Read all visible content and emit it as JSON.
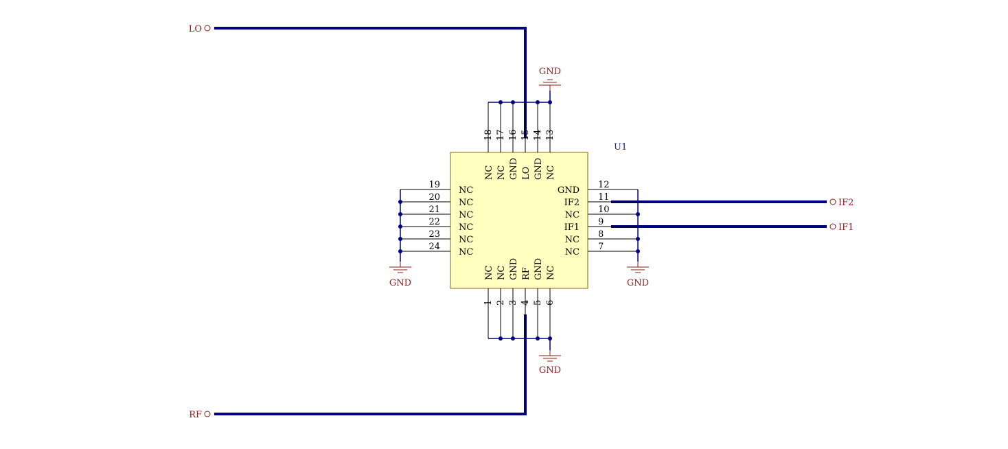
{
  "designator": "U1",
  "colors": {
    "wire": "#000080",
    "pin": "#000000",
    "body_fill": "#ffffc0",
    "body_stroke": "#8b6914",
    "power": "#8b1a1a",
    "junction": "#000080"
  },
  "ports": [
    {
      "name": "LO"
    },
    {
      "name": "RF"
    },
    {
      "name": "IF2"
    },
    {
      "name": "IF1"
    }
  ],
  "gnd_label": "GND",
  "pins": {
    "top": [
      {
        "num": "18",
        "name": "NC"
      },
      {
        "num": "17",
        "name": "NC"
      },
      {
        "num": "16",
        "name": "GND"
      },
      {
        "num": "15",
        "name": "LO"
      },
      {
        "num": "14",
        "name": "GND"
      },
      {
        "num": "13",
        "name": "NC"
      }
    ],
    "bottom": [
      {
        "num": "1",
        "name": "NC"
      },
      {
        "num": "2",
        "name": "NC"
      },
      {
        "num": "3",
        "name": "GND"
      },
      {
        "num": "4",
        "name": "RF"
      },
      {
        "num": "5",
        "name": "GND"
      },
      {
        "num": "6",
        "name": "NC"
      }
    ],
    "left": [
      {
        "num": "19",
        "name": "NC"
      },
      {
        "num": "20",
        "name": "NC"
      },
      {
        "num": "21",
        "name": "NC"
      },
      {
        "num": "22",
        "name": "NC"
      },
      {
        "num": "23",
        "name": "NC"
      },
      {
        "num": "24",
        "name": "NC"
      }
    ],
    "right": [
      {
        "num": "12",
        "name": "GND"
      },
      {
        "num": "11",
        "name": "IF2"
      },
      {
        "num": "10",
        "name": "NC"
      },
      {
        "num": "9",
        "name": "IF1"
      },
      {
        "num": "8",
        "name": "NC"
      },
      {
        "num": "7",
        "name": "NC"
      }
    ]
  }
}
